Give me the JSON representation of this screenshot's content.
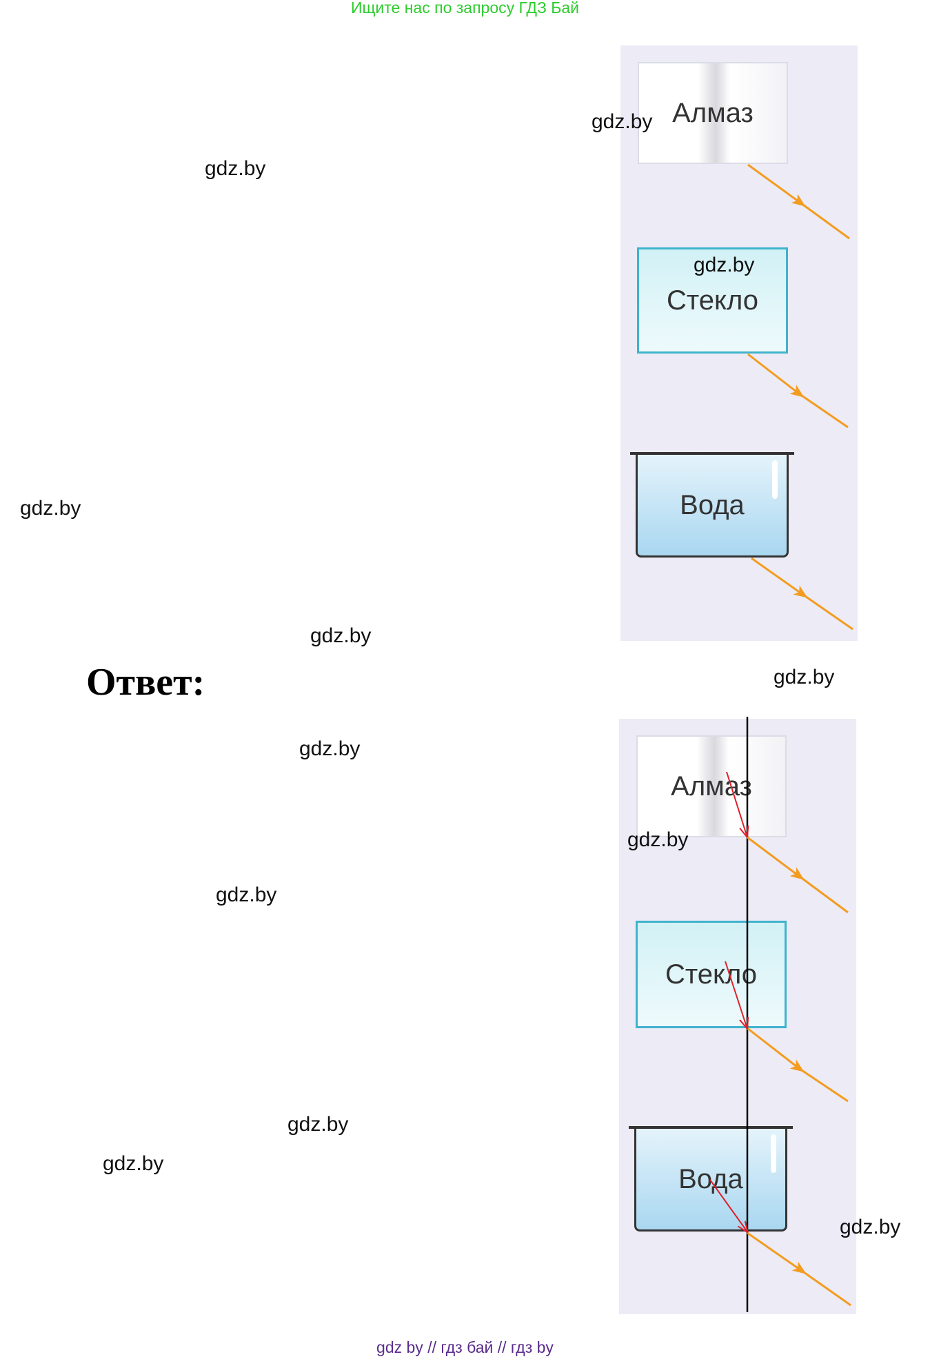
{
  "banner": "Ищите нас по запросу ГДЗ Бай",
  "watermark": "gdz.by",
  "answer_heading": "Ответ:",
  "footer": "gdz by  //  гдз бай  //  гдз by",
  "materials": {
    "diamond": "Алмаз",
    "glass": "Стекло",
    "water": "Вода"
  },
  "colors": {
    "banner": "#2ecc2e",
    "panel": "#ecebf6",
    "incident_ray": "#f39c1f",
    "refracted_ray": "#e0202a",
    "normal_line": "#000000",
    "glass_border": "#3fb3cc",
    "footer": "#5a2d8c"
  }
}
